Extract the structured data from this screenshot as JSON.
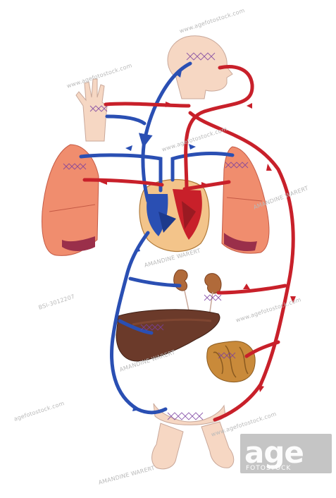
{
  "diagram": {
    "colors": {
      "artery": "#c8202a",
      "vein": "#2a4fb3",
      "skin": "#f6d7c3",
      "lung": "#f08d6e",
      "liver": "#6b3a2a",
      "intestine": "#c98a3a",
      "kidney": "#b06a3a",
      "capillary": "#7a3fa0"
    },
    "icons": [
      "head-icon",
      "hand-icon",
      "heart-icon",
      "lung-icon",
      "kidney-icon",
      "liver-icon",
      "intestine-icon",
      "feet-icon"
    ]
  },
  "watermarks": {
    "site": "www.agefotostock.com",
    "author": "AMANDINE WARERT",
    "code": "BSI-3012207",
    "agef": "agefotostock.com"
  },
  "logo": {
    "word": "age",
    "sub": "FOTOSTOCK"
  }
}
